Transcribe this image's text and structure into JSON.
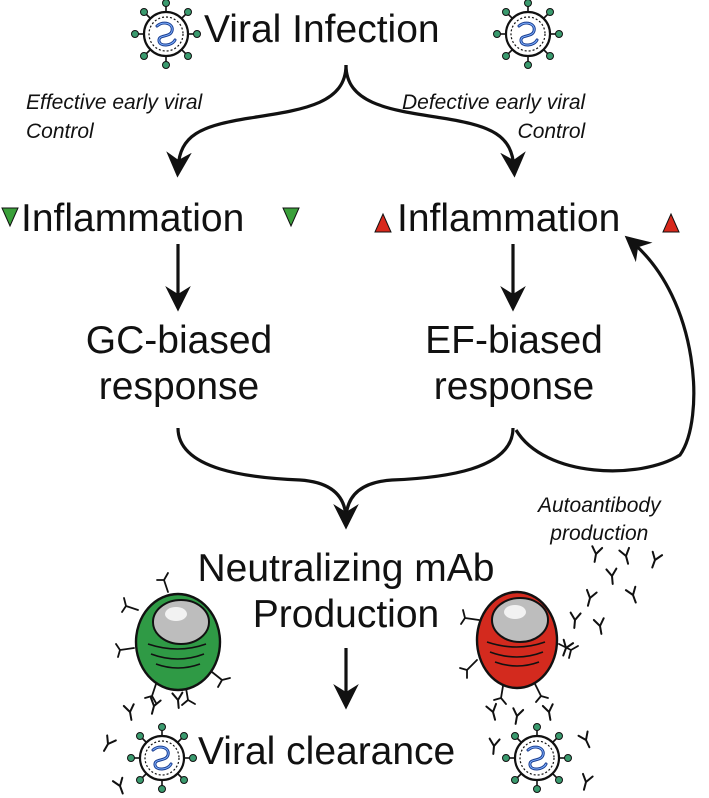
{
  "title": "Viral Infection",
  "left_branch": {
    "line1": "Effective early viral",
    "line2": "Control"
  },
  "right_branch": {
    "line1": "Defective early viral",
    "line2": "Control"
  },
  "left_inflammation": {
    "label": "Inflammation",
    "indicator": "down-triangle",
    "color": "#3aa03a"
  },
  "right_inflammation": {
    "label": "Inflammation",
    "indicator": "up-triangle",
    "color": "#d8281c"
  },
  "gc_response": {
    "line1": "GC-biased",
    "line2": "response"
  },
  "ef_response": {
    "line1": "EF-biased",
    "line2": "response"
  },
  "feedback": {
    "line1": "Autoantibody",
    "line2": "production"
  },
  "mab": {
    "line1": "Neutralizing mAb",
    "line2": "Production"
  },
  "clearance": "Viral clearance",
  "colors": {
    "good_cell": "#2f9a45",
    "bad_cell": "#d32a1e",
    "virus_spike": "#3a9a6e",
    "ink": "#111111"
  }
}
